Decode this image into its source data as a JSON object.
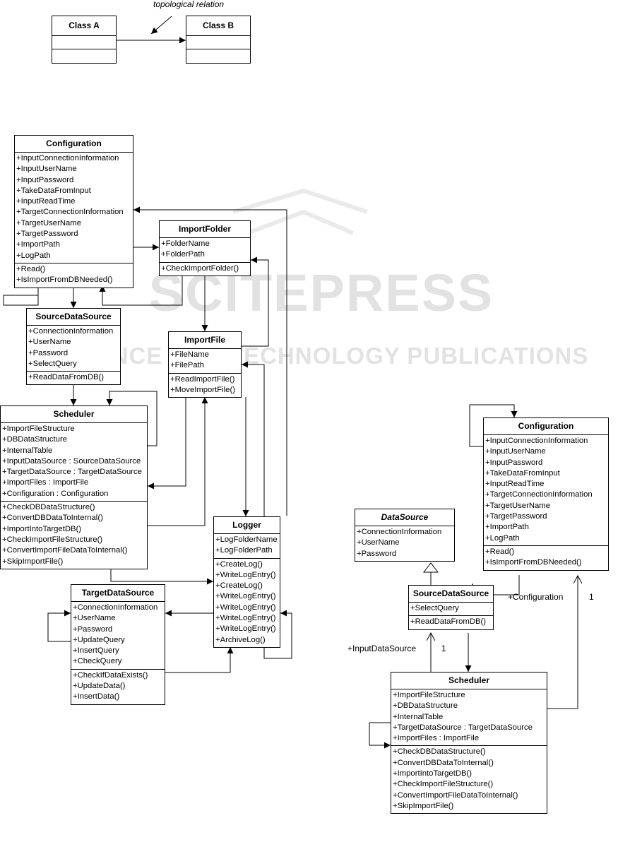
{
  "legend": {
    "classA": "Class A",
    "classB": "Class B",
    "relation_label": "topological relation"
  },
  "watermark": {
    "main": "SCITEPRESS",
    "sub": "SCIENCE AND TECHNOLOGY PUBLICATIONS"
  },
  "left": {
    "configuration": {
      "title": "Configuration",
      "attributes": [
        "+InputConnectionInformation",
        "+InputUserName",
        "+InputPassword",
        "+TakeDataFromInput",
        "+InputReadTime",
        "+TargetConnectionInformation",
        "+TargetUserName",
        "+TargetPassword",
        "+ImportPath",
        "+LogPath"
      ],
      "operations": [
        "+Read()",
        "+IsImportFromDBNeeded()"
      ]
    },
    "importfolder": {
      "title": "ImportFolder",
      "attributes": [
        "+FolderName",
        "+FolderPath"
      ],
      "operations": [
        "+CheckImportFolder()"
      ]
    },
    "sourcedatasource": {
      "title": "SourceDataSource",
      "attributes": [
        "+ConnectionInformation",
        "+UserName",
        "+Password",
        "+SelectQuery"
      ],
      "operations": [
        "+ReadDataFromDB()"
      ]
    },
    "importfile": {
      "title": "ImportFile",
      "attributes": [
        "+FileName",
        "+FilePath"
      ],
      "operations": [
        "+ReadImportFile()",
        "+MoveImportFile()"
      ]
    },
    "scheduler": {
      "title": "Scheduler",
      "attributes": [
        "+ImportFileStructure",
        "+DBDataStructure",
        "+InternalTable",
        "+InputDataSource : SourceDataSource",
        "+TargetDataSource : TargetDataSource",
        "+ImportFiles : ImportFile",
        "+Configuration : Configuration"
      ],
      "operations": [
        "+CheckDBDataStructure()",
        "+ConvertDBDataToInternal()",
        "+ImportIntoTargetDB()",
        "+CheckImportFileStructure()",
        "+ConvertImportFileDataToInternal()",
        "+SkipImportFile()"
      ]
    },
    "logger": {
      "title": "Logger",
      "attributes": [
        "+LogFolderName",
        "+LogFolderPath"
      ],
      "operations": [
        "+CreateLog()",
        "+WriteLogEntry()",
        "+CreateLog()",
        "+WriteLogEntry()",
        "+WriteLogEntry()",
        "+WriteLogEntry()",
        "+WriteLogEntry()",
        "+ArchiveLog()"
      ]
    },
    "targetdatasource": {
      "title": "TargetDataSource",
      "attributes": [
        "+ConnectionInformation",
        "+UserName",
        "+Password",
        "+UpdateQuery",
        "+InsertQuery",
        "+CheckQuery"
      ],
      "operations": [
        "+CheckIfDataExists()",
        "+UpdateData()",
        "+InsertData()"
      ]
    }
  },
  "right": {
    "configuration": {
      "title": "Configuration",
      "attributes": [
        "+InputConnectionInformation",
        "+InputUserName",
        "+InputPassword",
        "+TakeDataFromInput",
        "+InputReadTime",
        "+TargetConnectionInformation",
        "+TargetUserName",
        "+TargetPassword",
        "+ImportPath",
        "+LogPath"
      ],
      "operations": [
        "+Read()",
        "+IsImportFromDBNeeded()"
      ]
    },
    "datasource": {
      "title": "DataSource",
      "attributes": [
        "+ConnectionInformation",
        "+UserName",
        "+Password"
      ]
    },
    "sourcedatasource": {
      "title": "SourceDataSource",
      "attributes": [
        "+SelectQuery"
      ],
      "operations": [
        "+ReadDataFromDB()"
      ]
    },
    "scheduler": {
      "title": "Scheduler",
      "attributes": [
        "+ImportFileStructure",
        "+DBDataStructure",
        "+InternalTable",
        "+TargetDataSource : TargetDataSource",
        "+ImportFiles : ImportFile"
      ],
      "operations": [
        "+CheckDBDataStructure()",
        "+ConvertDBDataToInternal()",
        "+ImportIntoTargetDB()",
        "+CheckImportFileStructure()",
        "+ConvertImportFileDataToInternal()",
        "+SkipImportFile()"
      ]
    },
    "labels": {
      "input_role": "+InputDataSource",
      "input_mult": "1",
      "config_role": "+Configuration",
      "config_mult": "1"
    }
  }
}
